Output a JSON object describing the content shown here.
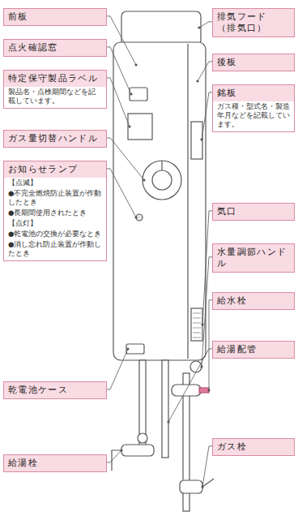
{
  "diagram": {
    "nodes": [
      {
        "text": [
          "前板"
        ]
      },
      {
        "text": [
          "点火確認窓"
        ]
      },
      {
        "text": [
          "特定保守製品ラベル",
          "製品名・点検期間などを記載しています。"
        ]
      },
      {
        "text": [
          "ガス量切替ハンドル"
        ]
      },
      {
        "text": [
          "お知らせランプ",
          "【点滅】",
          "●不完全燃焼防止装置が作動したとき",
          "●長期間使用されたとき",
          "【点灯】",
          "●乾電池の交換が必要なとき",
          "●消し忘れ防止装置が作動したとき"
        ]
      },
      {
        "text": [
          "乾電池ケース"
        ]
      },
      {
        "text": [
          "給湯栓"
        ]
      },
      {
        "text": [
          "排気フード （排気口）"
        ]
      },
      {
        "text": [
          "後板"
        ]
      },
      {
        "text": [
          "銘板",
          "ガス種・型式名・製造年月などを記載しています。"
        ]
      },
      {
        "text": [
          "気口"
        ]
      },
      {
        "text": [
          "水量調節ハンドル"
        ]
      },
      {
        "text": [
          "給水栓"
        ]
      },
      {
        "text": [
          "給湯配管"
        ]
      },
      {
        "text": [
          "ガス栓"
        ]
      }
    ]
  }
}
